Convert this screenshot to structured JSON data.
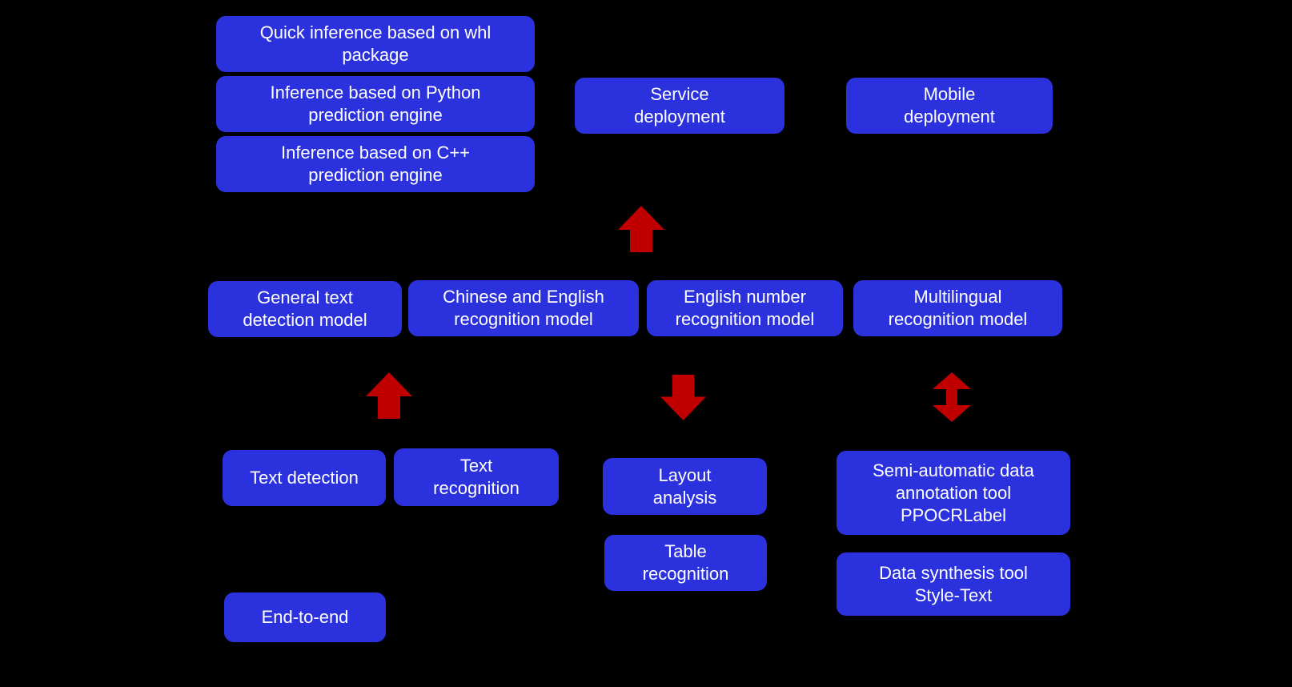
{
  "diagram": {
    "background_color": "#000000",
    "node_color": "#2A31DD",
    "node_text_color": "#FFFFFF",
    "arrow_color": "#C00000",
    "nodes": [
      {
        "id": "quick-inference-whl",
        "label": "Quick inference based on whl\npackage"
      },
      {
        "id": "python-prediction-engine",
        "label": "Inference based on Python\nprediction engine"
      },
      {
        "id": "cpp-prediction-engine",
        "label": "Inference based on C++\nprediction engine"
      },
      {
        "id": "service-deployment",
        "label": "Service\ndeployment"
      },
      {
        "id": "mobile-deployment",
        "label": "Mobile\ndeployment"
      },
      {
        "id": "general-text-detection-model",
        "label": "General text\ndetection model"
      },
      {
        "id": "chinese-english-recognition-model",
        "label": "Chinese and English\nrecognition model"
      },
      {
        "id": "english-number-recognition-model",
        "label": "English number\nrecognition model"
      },
      {
        "id": "multilingual-recognition-model",
        "label": "Multilingual\nrecognition model"
      },
      {
        "id": "text-detection",
        "label": "Text detection"
      },
      {
        "id": "text-recognition",
        "label": "Text\nrecognition"
      },
      {
        "id": "layout-analysis",
        "label": "Layout\nanalysis"
      },
      {
        "id": "table-recognition",
        "label": "Table\nrecognition"
      },
      {
        "id": "ppocrlabel",
        "label": "Semi-automatic data\nannotation tool\nPPOCRLabel"
      },
      {
        "id": "style-text",
        "label": "Data synthesis tool\nStyle-Text"
      },
      {
        "id": "end-to-end",
        "label": "End-to-end"
      }
    ],
    "arrows": [
      {
        "id": "arrow-to-service-deployment",
        "direction": "up"
      },
      {
        "id": "arrow-to-detection-models",
        "direction": "up"
      },
      {
        "id": "arrow-to-layout-analysis",
        "direction": "down"
      },
      {
        "id": "arrow-annotation-tools",
        "direction": "up-down"
      }
    ]
  }
}
